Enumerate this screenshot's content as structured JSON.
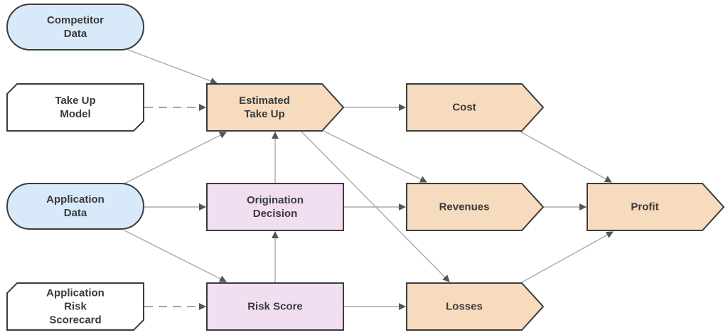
{
  "diagram": {
    "colors": {
      "data_fill": "#d8eaf9",
      "decision_fill": "#f1dff1",
      "outcome_fill": "#f7dbbf",
      "model_fill": "#ffffff",
      "stroke": "#3c3c3c",
      "edge": "#aaaaaa",
      "arrowhead": "#555555"
    },
    "nodes": {
      "competitor_data": {
        "lines": [
          "Competitor",
          "Data"
        ],
        "kind": "data"
      },
      "take_up_model": {
        "lines": [
          "Take Up",
          "Model"
        ],
        "kind": "model"
      },
      "application_data": {
        "lines": [
          "Application",
          "Data"
        ],
        "kind": "data"
      },
      "application_risk_scorecard": {
        "lines": [
          "Application",
          "Risk",
          "Scorecard"
        ],
        "kind": "model"
      },
      "estimated_take_up": {
        "lines": [
          "Estimated",
          "Take Up"
        ],
        "kind": "outcome"
      },
      "origination_decision": {
        "lines": [
          "Origination",
          "Decision"
        ],
        "kind": "decision"
      },
      "risk_score": {
        "lines": [
          "Risk Score"
        ],
        "kind": "decision"
      },
      "cost": {
        "lines": [
          "Cost"
        ],
        "kind": "outcome"
      },
      "revenues": {
        "lines": [
          "Revenues"
        ],
        "kind": "outcome"
      },
      "losses": {
        "lines": [
          "Losses"
        ],
        "kind": "outcome"
      },
      "profit": {
        "lines": [
          "Profit"
        ],
        "kind": "outcome"
      }
    },
    "edges": [
      {
        "from": "competitor_data",
        "to": "estimated_take_up",
        "style": "solid"
      },
      {
        "from": "take_up_model",
        "to": "estimated_take_up",
        "style": "dashed"
      },
      {
        "from": "application_data",
        "to": "estimated_take_up",
        "style": "solid"
      },
      {
        "from": "application_data",
        "to": "origination_decision",
        "style": "solid"
      },
      {
        "from": "application_data",
        "to": "risk_score",
        "style": "solid"
      },
      {
        "from": "application_risk_scorecard",
        "to": "risk_score",
        "style": "dashed"
      },
      {
        "from": "risk_score",
        "to": "origination_decision",
        "style": "solid"
      },
      {
        "from": "origination_decision",
        "to": "estimated_take_up",
        "style": "solid"
      },
      {
        "from": "estimated_take_up",
        "to": "cost",
        "style": "solid"
      },
      {
        "from": "estimated_take_up",
        "to": "revenues",
        "style": "solid"
      },
      {
        "from": "estimated_take_up",
        "to": "losses",
        "style": "solid"
      },
      {
        "from": "origination_decision",
        "to": "revenues",
        "style": "solid"
      },
      {
        "from": "risk_score",
        "to": "losses",
        "style": "solid"
      },
      {
        "from": "cost",
        "to": "profit",
        "style": "solid"
      },
      {
        "from": "revenues",
        "to": "profit",
        "style": "solid"
      },
      {
        "from": "losses",
        "to": "profit",
        "style": "solid"
      }
    ]
  }
}
